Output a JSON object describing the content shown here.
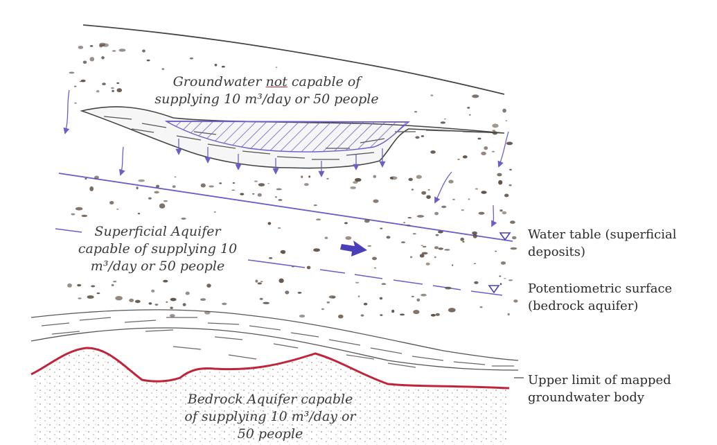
{
  "labels": {
    "perched": {
      "line1_pre": "Groundwater ",
      "line1_emph": "not",
      "line1_post": " capable of",
      "line2": "supplying 10 m³/day or 50 people"
    },
    "superficial": {
      "line1": "Superficial Aquifer",
      "line2": "capable of supplying 10",
      "line3": "m³/day or 50 people"
    },
    "bedrock": {
      "line1": "Bedrock Aquifer capable",
      "line2": "of supplying 10 m³/day or",
      "line3": "50 people"
    }
  },
  "key": {
    "water_table": {
      "line1": "Water table (superficial",
      "line2": "deposits)"
    },
    "potentiometric": {
      "line1": "Potentiometric surface",
      "line2": "(bedrock aquifer)"
    },
    "upper_limit": {
      "line1": "Upper limit of mapped",
      "line2": "groundwater body"
    }
  },
  "colors": {
    "water_lines": "#6a5fc9",
    "flow_arrow": "#4a3fb8",
    "bedrock_boundary": "#c0243a",
    "pencil": "#4a4a4a",
    "gravel": "#5a4a3e"
  },
  "icons": {
    "flow": "arrow-right-icon",
    "water_level_marker": "inverted-triangle-icon"
  }
}
